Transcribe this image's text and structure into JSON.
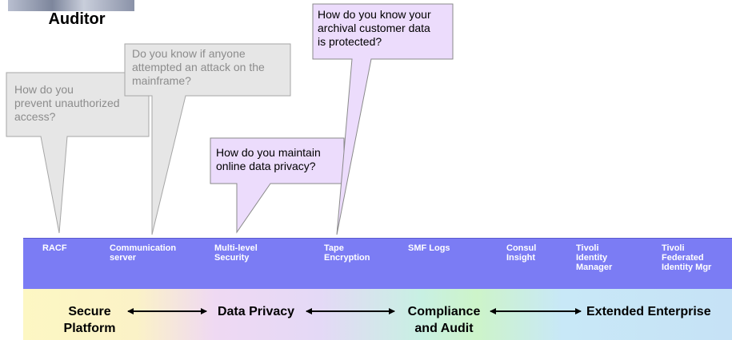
{
  "persona": {
    "label": "Auditor"
  },
  "callouts": [
    {
      "id": "unauthorized-access",
      "text": "How do you prevent unauthorized access?",
      "lines": [
        "How do you",
        "prevent unauthorized",
        "access?"
      ]
    },
    {
      "id": "mainframe-attack",
      "text": "Do you know if anyone attempted an attack on the mainframe?",
      "lines": [
        "Do you know if anyone",
        "attempted an attack on the",
        "mainframe?"
      ]
    },
    {
      "id": "online-privacy",
      "text": "How do you maintain online data privacy?",
      "lines": [
        "How do you maintain",
        "online data privacy?"
      ]
    },
    {
      "id": "archival-data",
      "text": "How do you know your archival customer data is protected?",
      "lines": [
        "How do you know your",
        "archival customer data",
        "is protected?"
      ]
    }
  ],
  "products": [
    {
      "label": "RACF"
    },
    {
      "label": "Communication\nserver"
    },
    {
      "label": "Multi-level\nSecurity"
    },
    {
      "label": "Tape\nEncryption"
    },
    {
      "label": "SMF Logs"
    },
    {
      "label": "Consul\nInsight"
    },
    {
      "label": "Tivoli\nIdentity\nManager"
    },
    {
      "label": "Tivoli\nFederated\nIdentity Mgr"
    }
  ],
  "themes": [
    {
      "label": "Secure\nPlatform"
    },
    {
      "label": "Data Privacy"
    },
    {
      "label": "Compliance\nand Audit"
    },
    {
      "label": "Extended Enterprise"
    }
  ],
  "colors": {
    "product_bar": "#7b7cf4",
    "callout_grey_fill": "#e6e6e6",
    "callout_purple_fill": "#ecdcfc"
  }
}
